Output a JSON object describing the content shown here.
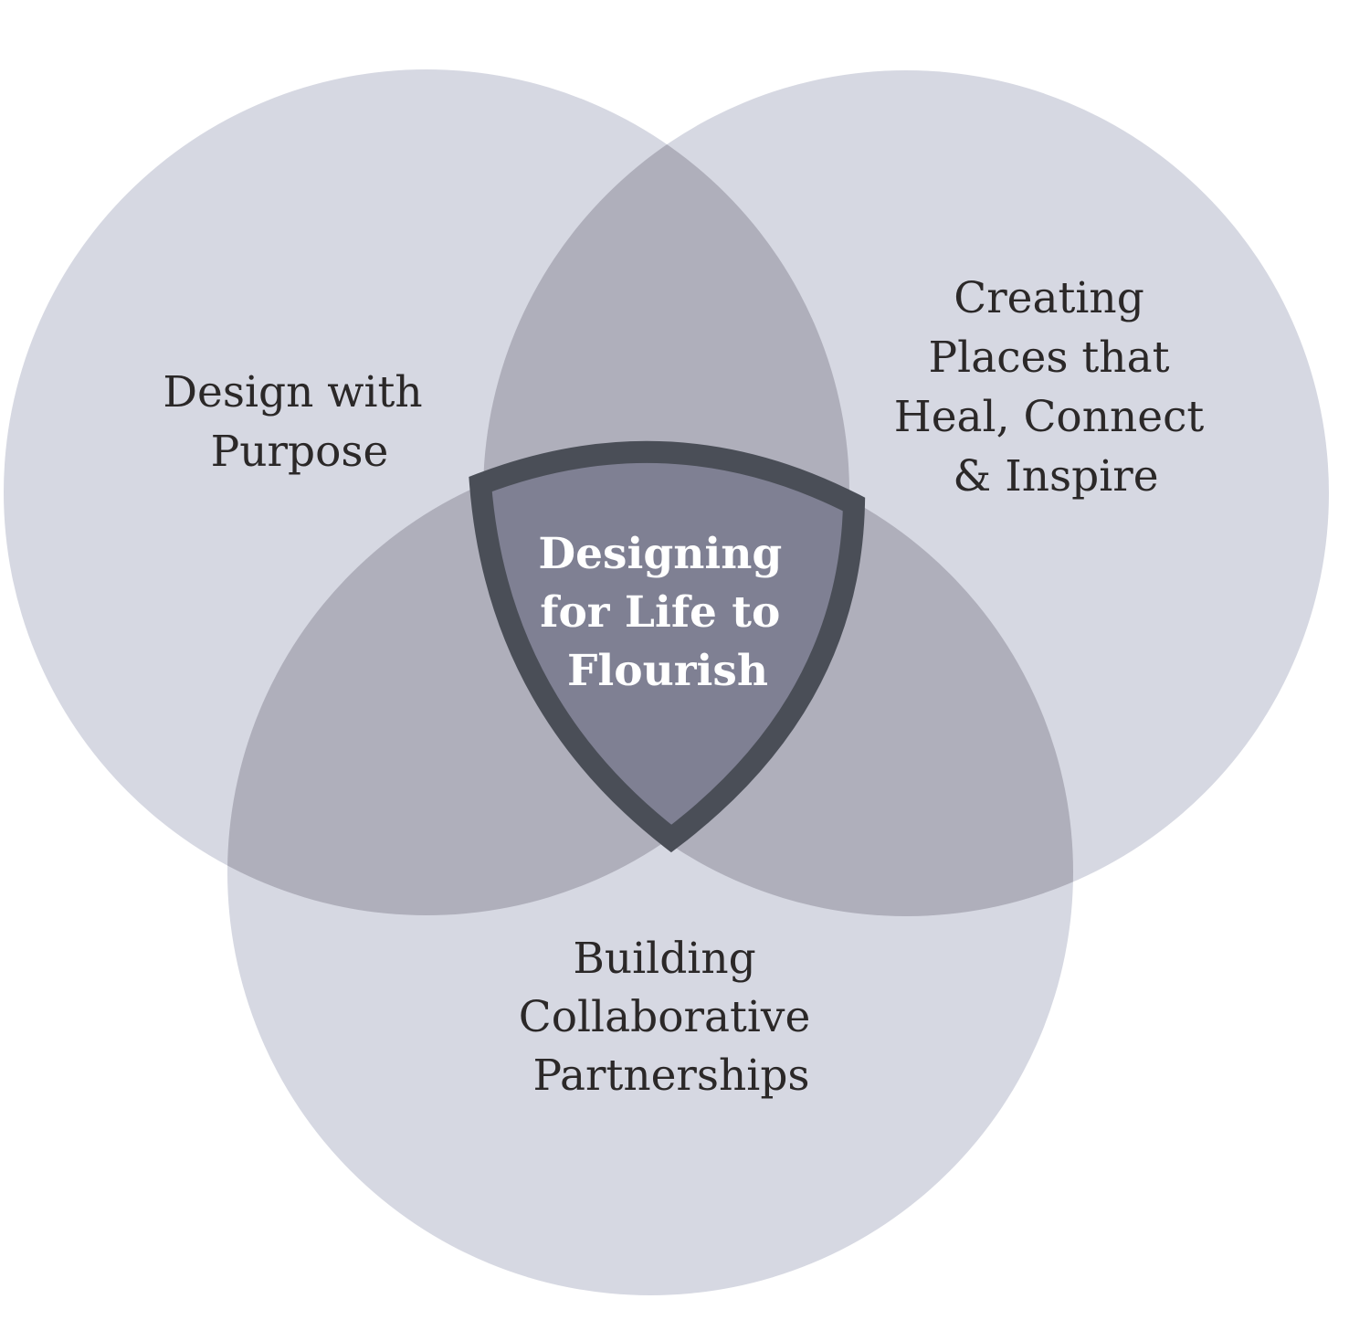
{
  "diagram": {
    "type": "three-circle venn",
    "circles": [
      {
        "id": "left",
        "label_lines": [
          "Design with",
          "Purpose"
        ]
      },
      {
        "id": "right",
        "label_lines": [
          "Creating",
          "Places that",
          "Heal, Connect",
          "& Inspire"
        ]
      },
      {
        "id": "bottom",
        "label_lines": [
          "Building",
          "Collaborative",
          "Partnerships"
        ]
      }
    ],
    "center": {
      "shape": "shield",
      "label_lines": [
        "Designing",
        "for Life to",
        "Flourish"
      ]
    },
    "colors": {
      "background": "#ffffff",
      "circle_fill": "#d6d8e2",
      "pair_overlap_fill": "#afafbb",
      "center_fill": "#7f8093",
      "center_border": "#4a4e57",
      "label_text": "#2b2828",
      "center_text": "#ffffff"
    }
  }
}
